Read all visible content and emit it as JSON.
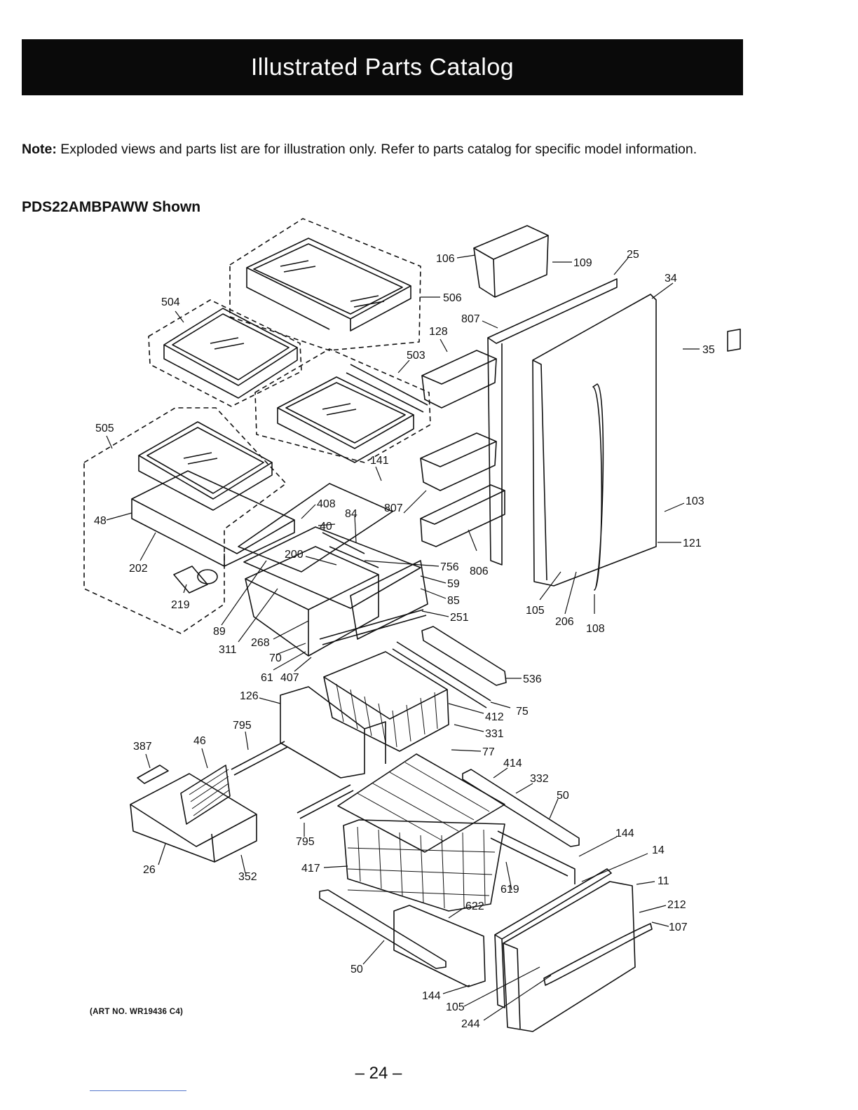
{
  "header": {
    "title": "Illustrated Parts Catalog"
  },
  "note": {
    "label": "Note:",
    "text": " Exploded views and parts list are for illustration only. Refer to parts catalog for specific model information."
  },
  "subtitle": "PDS22AMBPAWW Shown",
  "art_number": "(ART NO. WR19436 C4)",
  "page_number": "– 24 –",
  "callouts": [
    {
      "id": "c106",
      "text": "106"
    },
    {
      "id": "c109",
      "text": "109"
    },
    {
      "id": "c25",
      "text": "25"
    },
    {
      "id": "c34",
      "text": "34"
    },
    {
      "id": "c35",
      "text": "35"
    },
    {
      "id": "c504",
      "text": "504"
    },
    {
      "id": "c506",
      "text": "506"
    },
    {
      "id": "c807a",
      "text": "807"
    },
    {
      "id": "c128",
      "text": "128"
    },
    {
      "id": "c503",
      "text": "503"
    },
    {
      "id": "c505",
      "text": "505"
    },
    {
      "id": "c141",
      "text": "141"
    },
    {
      "id": "c807b",
      "text": "807"
    },
    {
      "id": "c103",
      "text": "103"
    },
    {
      "id": "c408",
      "text": "408"
    },
    {
      "id": "c84",
      "text": "84"
    },
    {
      "id": "c48",
      "text": "48"
    },
    {
      "id": "c40",
      "text": "40"
    },
    {
      "id": "c121",
      "text": "121"
    },
    {
      "id": "c200",
      "text": "200"
    },
    {
      "id": "c756",
      "text": "756"
    },
    {
      "id": "c806",
      "text": "806"
    },
    {
      "id": "c202",
      "text": "202"
    },
    {
      "id": "c59",
      "text": "59"
    },
    {
      "id": "c85",
      "text": "85"
    },
    {
      "id": "c219",
      "text": "219"
    },
    {
      "id": "c251",
      "text": "251"
    },
    {
      "id": "c105a",
      "text": "105"
    },
    {
      "id": "c206",
      "text": "206"
    },
    {
      "id": "c108",
      "text": "108"
    },
    {
      "id": "c89",
      "text": "89"
    },
    {
      "id": "c268",
      "text": "268"
    },
    {
      "id": "c311",
      "text": "311"
    },
    {
      "id": "c70",
      "text": "70"
    },
    {
      "id": "c61",
      "text": "61"
    },
    {
      "id": "c407",
      "text": "407"
    },
    {
      "id": "c536",
      "text": "536"
    },
    {
      "id": "c126",
      "text": "126"
    },
    {
      "id": "c75",
      "text": "75"
    },
    {
      "id": "c412",
      "text": "412"
    },
    {
      "id": "c795a",
      "text": "795"
    },
    {
      "id": "c331",
      "text": "331"
    },
    {
      "id": "c387",
      "text": "387"
    },
    {
      "id": "c46",
      "text": "46"
    },
    {
      "id": "c77",
      "text": "77"
    },
    {
      "id": "c414",
      "text": "414"
    },
    {
      "id": "c332",
      "text": "332"
    },
    {
      "id": "c50a",
      "text": "50"
    },
    {
      "id": "c795b",
      "text": "795"
    },
    {
      "id": "c144a",
      "text": "144"
    },
    {
      "id": "c14",
      "text": "14"
    },
    {
      "id": "c26",
      "text": "26"
    },
    {
      "id": "c352",
      "text": "352"
    },
    {
      "id": "c417",
      "text": "417"
    },
    {
      "id": "c11",
      "text": "11"
    },
    {
      "id": "c619",
      "text": "619"
    },
    {
      "id": "c212",
      "text": "212"
    },
    {
      "id": "c622",
      "text": "622"
    },
    {
      "id": "c107",
      "text": "107"
    },
    {
      "id": "c50b",
      "text": "50"
    },
    {
      "id": "c144b",
      "text": "144"
    },
    {
      "id": "c105b",
      "text": "105"
    },
    {
      "id": "c244",
      "text": "244"
    }
  ]
}
